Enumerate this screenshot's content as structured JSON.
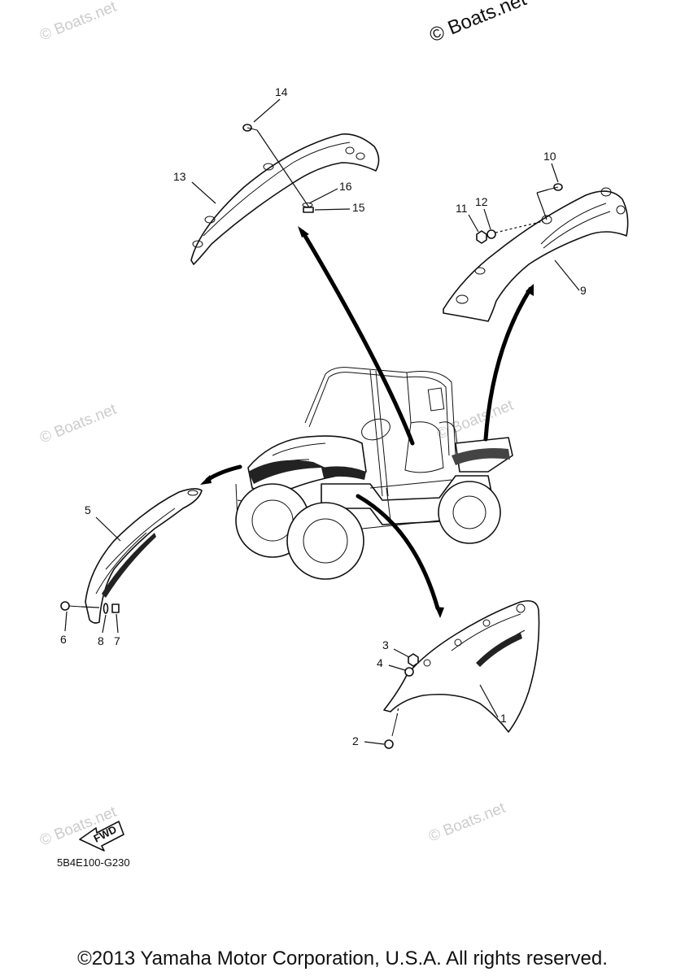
{
  "watermarks": {
    "top_left": "© Boats.net",
    "top_right": "© Boats.net",
    "mid_left": "© Boats.net",
    "mid_right": "© Boats.net",
    "bottom_left": "© Boats.net",
    "bottom_right": "© Boats.net"
  },
  "callouts": {
    "c1": "1",
    "c2": "2",
    "c3": "3",
    "c4": "4",
    "c5": "5",
    "c6": "6",
    "c7": "7",
    "c8": "8",
    "c9": "9",
    "c10": "10",
    "c11": "11",
    "c12": "12",
    "c13": "13",
    "c14": "14",
    "c15": "15",
    "c16": "16"
  },
  "fwd_label": "FWD",
  "diagram_code": "5B4E100-G230",
  "copyright": "©2013 Yamaha Motor Corporation, U.S.A. All rights reserved."
}
